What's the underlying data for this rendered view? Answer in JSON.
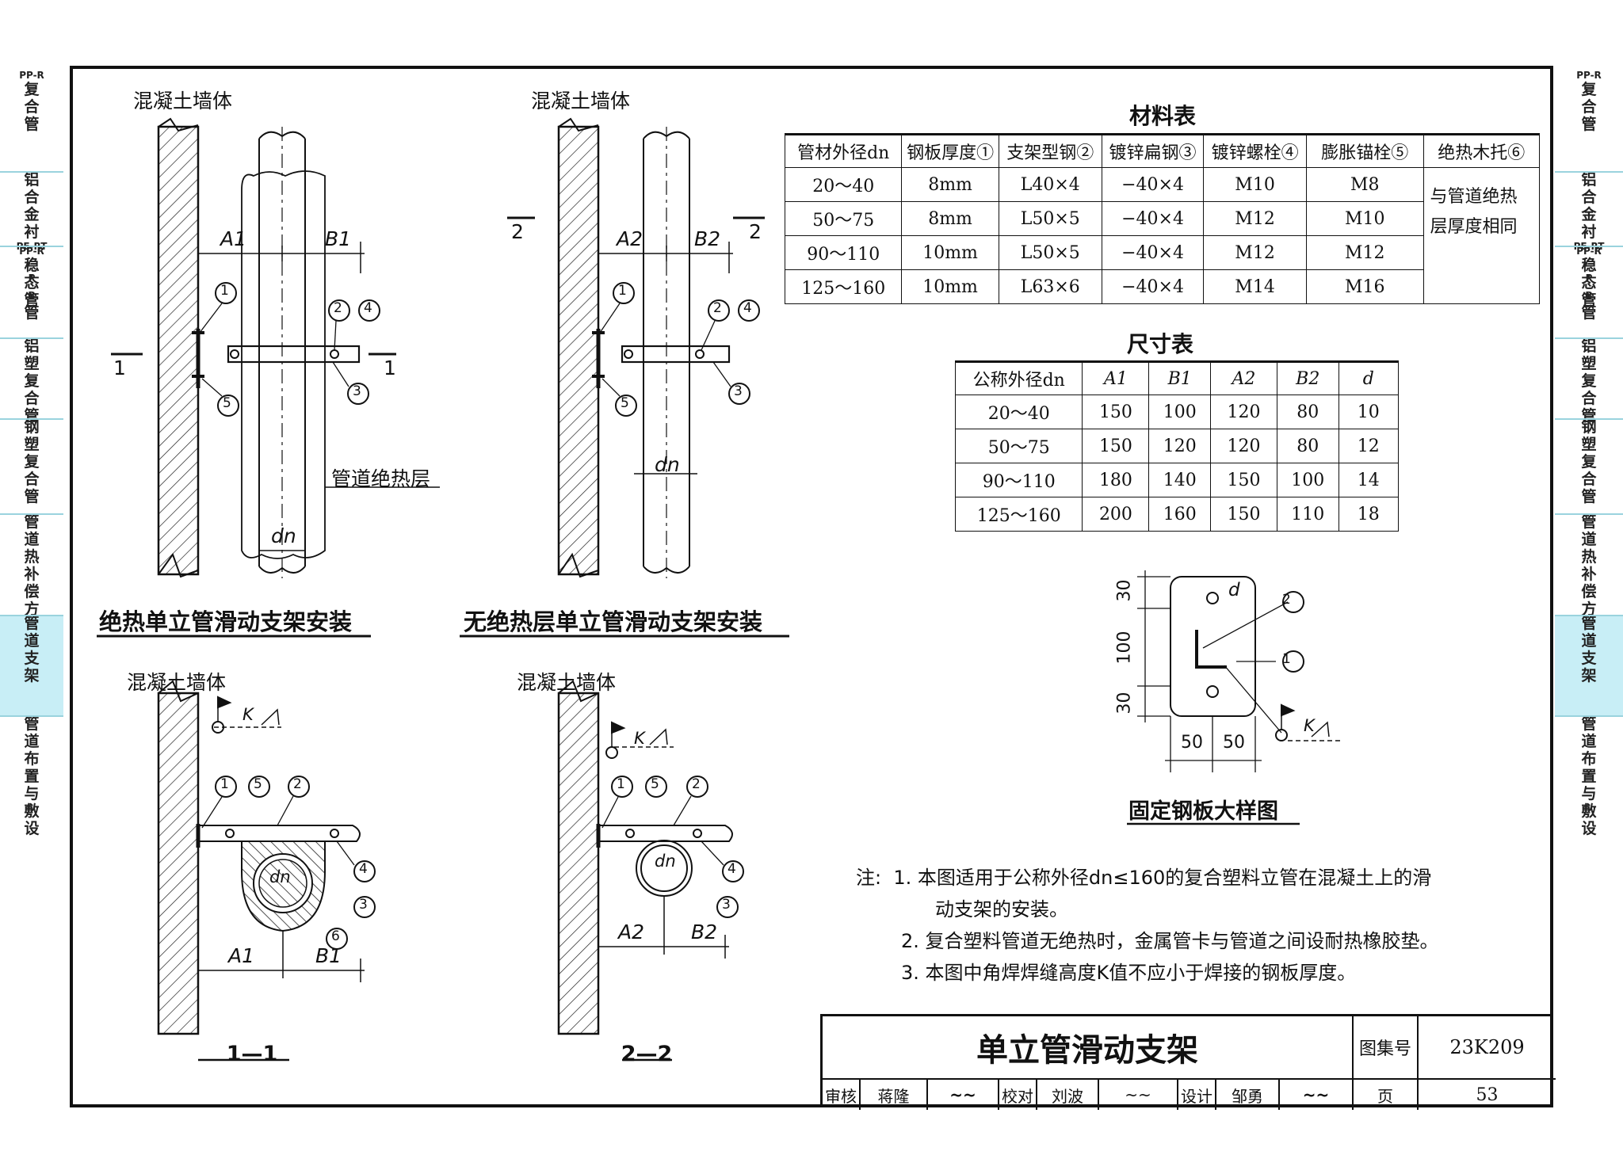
{
  "sidebar_left": [
    {
      "top": "PP-R",
      "label": "复合管"
    },
    {
      "top": "",
      "label": "铝合金衬",
      "mid": "PE-RT",
      "tail": "、PB管"
    },
    {
      "top": "PP-R",
      "label": "稳态管"
    },
    {
      "top": "",
      "label": "铝塑复合管"
    },
    {
      "top": "",
      "label": "钢塑复合管"
    },
    {
      "top": "",
      "label": "管道热补偿方式"
    },
    {
      "top": "",
      "label": "管道支架",
      "active": true
    },
    {
      "top": "",
      "label": "管道布置与敷设"
    }
  ],
  "drawings": {
    "wall_label": "混凝土墙体",
    "insulation_label": "管道绝热层",
    "title_insulated": "绝热单立管滑动支架安装",
    "title_bare": "无绝热层单立管滑动支架安装",
    "section_1": "1—1",
    "section_2": "2—2",
    "cut_1": "1",
    "cut_2": "2",
    "A1": "A1",
    "B1": "B1",
    "A2": "A2",
    "B2": "B2",
    "dn": "dn",
    "K": "K",
    "d": "d",
    "callouts": [
      "①",
      "②",
      "③",
      "④",
      "⑤",
      "⑥"
    ]
  },
  "material_table": {
    "title": "材料表",
    "headers": [
      "管材外径dn",
      "钢板厚度①",
      "支架型钢②",
      "镀锌扁钢③",
      "镀锌螺栓④",
      "膨胀锚栓⑤",
      "绝热木托⑥"
    ],
    "rows": [
      [
        "20～40",
        "8mm",
        "L40×4",
        "−40×4",
        "M10",
        "M8"
      ],
      [
        "50～75",
        "8mm",
        "L50×5",
        "−40×4",
        "M12",
        "M10"
      ],
      [
        "90～110",
        "10mm",
        "L50×5",
        "−40×4",
        "M12",
        "M12"
      ],
      [
        "125～160",
        "10mm",
        "L63×6",
        "−40×4",
        "M14",
        "M16"
      ]
    ],
    "merged_note": "与管道绝热层厚度相同"
  },
  "size_table": {
    "title": "尺寸表",
    "headers": [
      "公称外径dn",
      "A1",
      "B1",
      "A2",
      "B2",
      "d"
    ],
    "rows": [
      [
        "20～40",
        "150",
        "100",
        "120",
        "80",
        "10"
      ],
      [
        "50～75",
        "150",
        "120",
        "120",
        "80",
        "12"
      ],
      [
        "90～110",
        "180",
        "140",
        "150",
        "100",
        "14"
      ],
      [
        "125～160",
        "200",
        "160",
        "150",
        "110",
        "18"
      ]
    ]
  },
  "detail": {
    "title": "固定钢板大样图",
    "dim_30_top": "30",
    "dim_100": "100",
    "dim_30_bottom": "30",
    "dim_50_left": "50",
    "dim_50_right": "50"
  },
  "notes": {
    "prefix": "注:",
    "items": [
      "1. 本图适用于公称外径dn≤160的复合塑料立管在混凝土上的滑",
      "动支架的安装。",
      "2. 复合塑料管道无绝热时，金属管卡与管道之间设耐热橡胶垫。",
      "3. 本图中角焊焊缝高度K值不应小于焊接的钢板厚度。"
    ]
  },
  "title_block": {
    "drawing_title": "单立管滑动支架",
    "atlas_label": "图集号",
    "atlas_no": "23K209",
    "review_label": "审核",
    "reviewer": "蒋隆",
    "check_label": "校对",
    "checker": "刘波",
    "design_label": "设计",
    "designer": "邹勇",
    "page_label": "页",
    "page_no": "53"
  }
}
